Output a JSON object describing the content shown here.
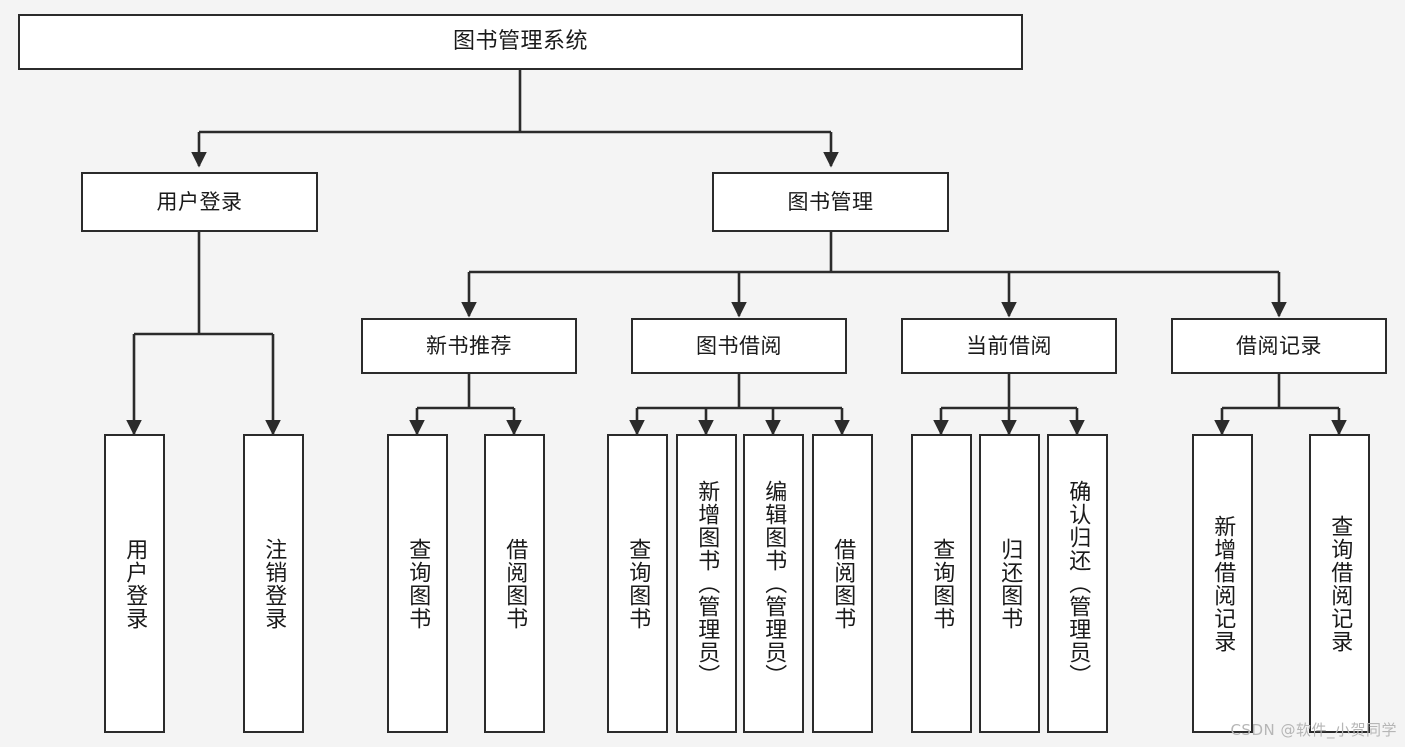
{
  "diagram": {
    "type": "tree",
    "title": "图书管理系统",
    "watermark": "CSDN @软件_小贺同学",
    "colors": {
      "background": "#f4f4f4",
      "node_fill": "#ffffff",
      "node_border": "#2b2b2b",
      "edge": "#2b2b2b",
      "text": "#1a1a1a",
      "watermark": "#b6b6b6"
    },
    "nodes": {
      "root": {
        "label": "图书管理系统"
      },
      "level1": [
        {
          "label": "用户登录"
        },
        {
          "label": "图书管理"
        }
      ],
      "level2": [
        {
          "label": "新书推荐"
        },
        {
          "label": "图书借阅"
        },
        {
          "label": "当前借阅"
        },
        {
          "label": "借阅记录"
        }
      ],
      "leaves": {
        "user_login": [
          {
            "label": "用户登录"
          },
          {
            "label": "注销登录"
          }
        ],
        "new_book_recommend": [
          {
            "label": "查询图书"
          },
          {
            "label": "借阅图书"
          }
        ],
        "book_borrow": [
          {
            "label": "查询图书"
          },
          {
            "label": "新增图书（管理员）"
          },
          {
            "label": "编辑图书（管理员）"
          },
          {
            "label": "借阅图书"
          }
        ],
        "current_borrow": [
          {
            "label": "查询图书"
          },
          {
            "label": "归还图书"
          },
          {
            "label": "确认归还（管理员）"
          }
        ],
        "borrow_record": [
          {
            "label": "新增借阅记录"
          },
          {
            "label": "查询借阅记录"
          }
        ]
      }
    }
  }
}
